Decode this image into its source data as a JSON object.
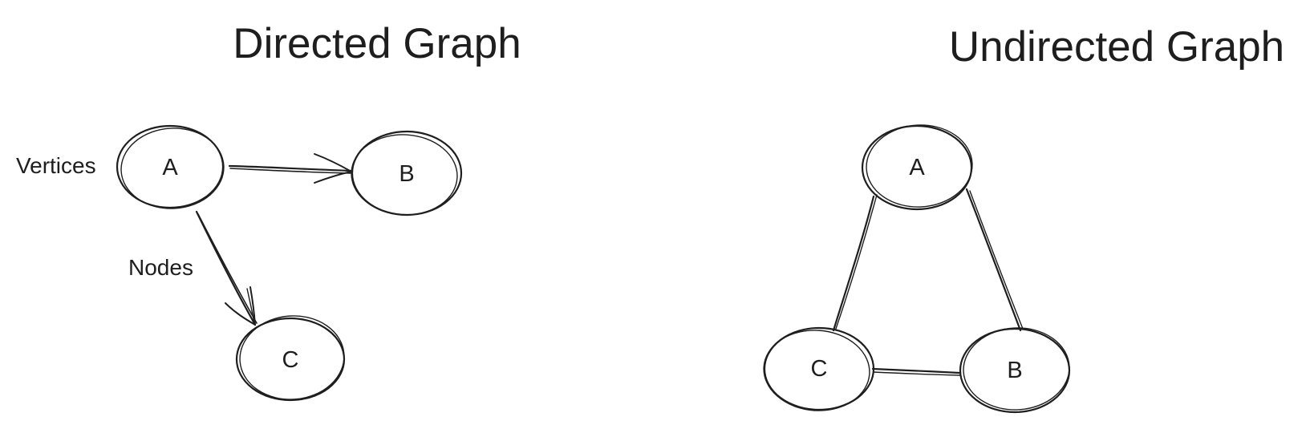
{
  "directed": {
    "title": "Directed Graph",
    "annotations": {
      "vertices": "Vertices",
      "nodes": "Nodes"
    },
    "nodes": [
      {
        "id": "A",
        "label": "A"
      },
      {
        "id": "B",
        "label": "B"
      },
      {
        "id": "C",
        "label": "C"
      }
    ],
    "edges": [
      {
        "from": "A",
        "to": "B",
        "directed": true
      },
      {
        "from": "A",
        "to": "C",
        "directed": true
      }
    ]
  },
  "undirected": {
    "title": "Undirected Graph",
    "nodes": [
      {
        "id": "A",
        "label": "A"
      },
      {
        "id": "B",
        "label": "B"
      },
      {
        "id": "C",
        "label": "C"
      }
    ],
    "edges": [
      {
        "from": "A",
        "to": "C",
        "directed": false
      },
      {
        "from": "A",
        "to": "B",
        "directed": false
      },
      {
        "from": "C",
        "to": "B",
        "directed": false
      }
    ]
  },
  "colors": {
    "stroke": "#1e1e1e",
    "background": "#ffffff"
  }
}
